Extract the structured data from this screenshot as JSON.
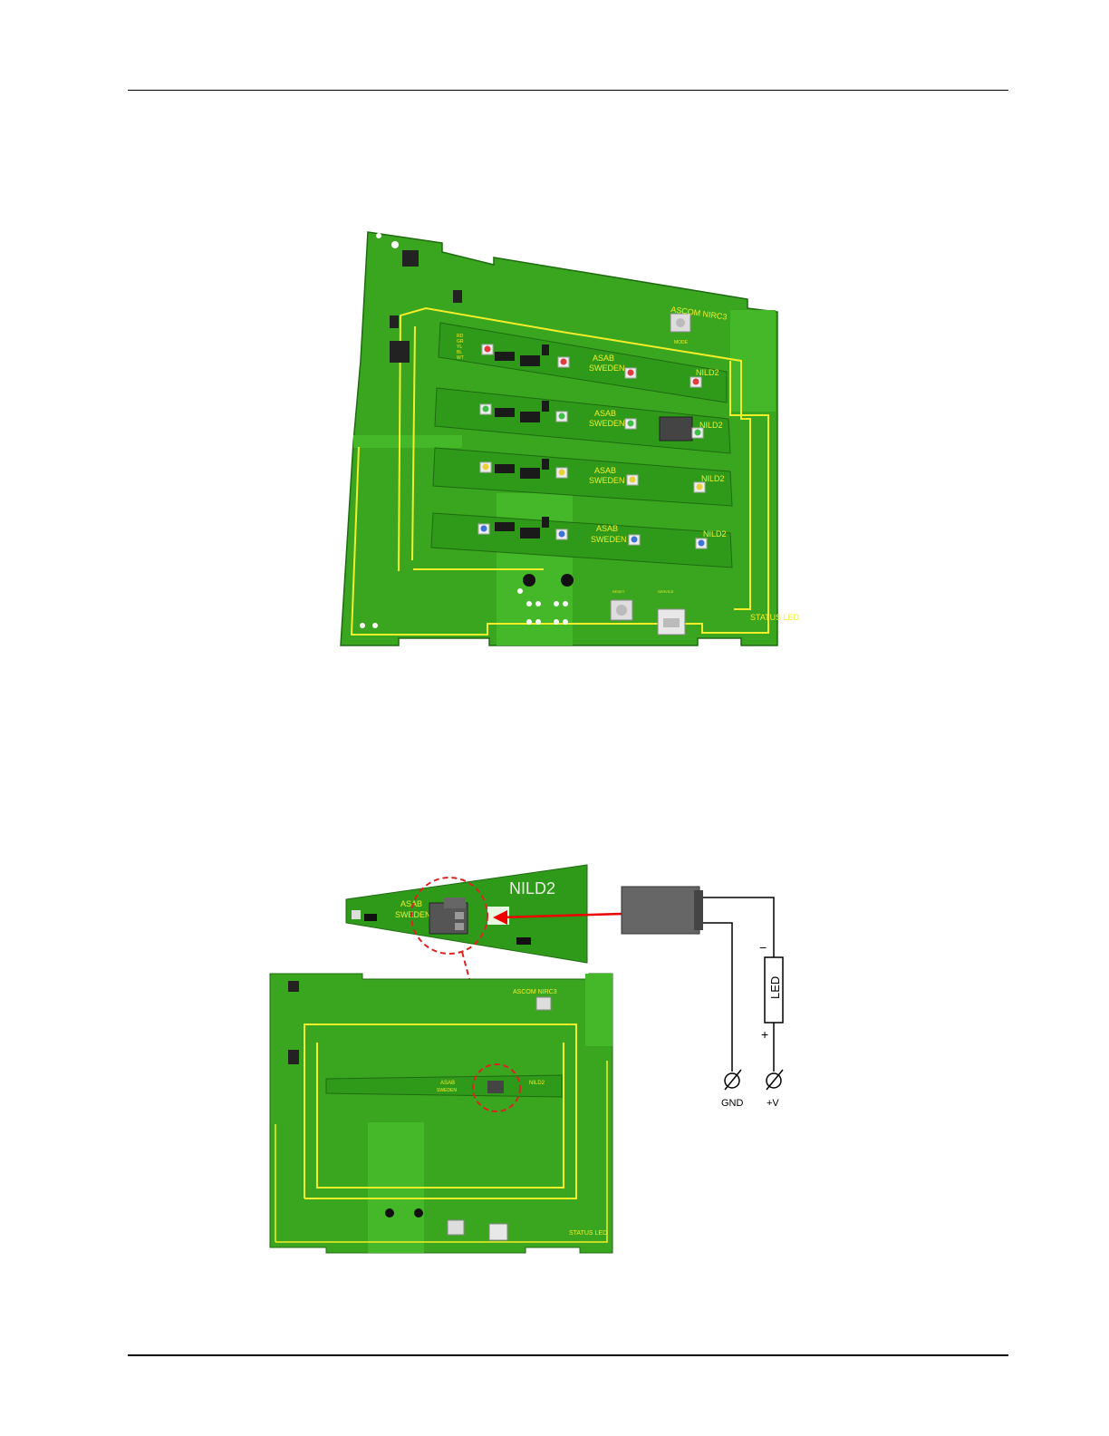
{
  "figure1": {
    "board_label": "ASCOM NIRC3",
    "mode_label": "MODE",
    "reset_label": "RESET",
    "service_label": "SERVICE",
    "status_label": "STATUS LED",
    "strip_label": "NILD2",
    "brand_line1": "ASAB",
    "brand_line2": "SWEDEN",
    "color_codes": [
      "RD",
      "GR",
      "YL",
      "BL",
      "WT"
    ],
    "led_colors": [
      "#e23b3b",
      "#3fbf4a",
      "#e8d23a",
      "#3b74d6"
    ]
  },
  "figure2": {
    "strip_label": "NILD2",
    "brand_line1": "ASAB",
    "brand_line2": "SWEDEN",
    "board_label": "ASCOM NIRC3",
    "status_label": "STATUS LED",
    "led_label": "LED",
    "minus_label": "−",
    "plus_label": "+",
    "gnd_label": "GND",
    "vplus_label": "+V"
  }
}
